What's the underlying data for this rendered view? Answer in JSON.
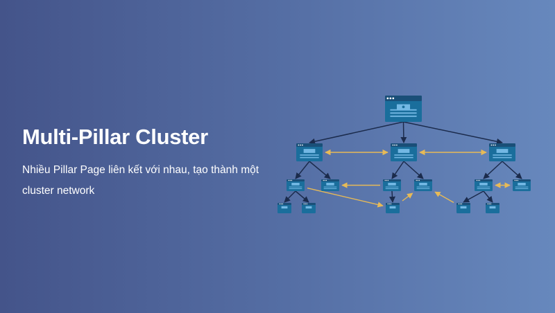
{
  "title": "Multi-Pillar Cluster",
  "subtitle": "Nhiều Pillar Page liên kết với nhau, tạo thành một cluster network",
  "colors": {
    "page_fill": "#1a6e9c",
    "page_header": "#1a4f78",
    "page_line": "#73b8e4",
    "hierarchy_arrow": "#1b2b4c",
    "internal_link_arrow": "#e7ba57"
  },
  "diagram": {
    "icon": "web-page-icon",
    "nodes": [
      {
        "id": "main",
        "level": 0
      },
      {
        "id": "pillar-left",
        "level": 1
      },
      {
        "id": "pillar-center",
        "level": 1
      },
      {
        "id": "pillar-right",
        "level": 1
      },
      {
        "id": "cluster-left-1",
        "level": 2
      },
      {
        "id": "cluster-left-2",
        "level": 2
      },
      {
        "id": "cluster-center-1",
        "level": 2
      },
      {
        "id": "cluster-center-2",
        "level": 2
      },
      {
        "id": "cluster-right-1",
        "level": 2
      },
      {
        "id": "cluster-right-2",
        "level": 2
      },
      {
        "id": "leaf-left-1",
        "level": 3
      },
      {
        "id": "leaf-left-2",
        "level": 3
      },
      {
        "id": "leaf-center-1",
        "level": 3
      },
      {
        "id": "leaf-right-1",
        "level": 3
      },
      {
        "id": "leaf-right-2",
        "level": 3
      }
    ],
    "hierarchy_links": [
      [
        "main",
        "pillar-left"
      ],
      [
        "main",
        "pillar-center"
      ],
      [
        "main",
        "pillar-right"
      ],
      [
        "pillar-left",
        "cluster-left-1"
      ],
      [
        "pillar-left",
        "cluster-left-2"
      ],
      [
        "pillar-center",
        "cluster-center-1"
      ],
      [
        "pillar-center",
        "cluster-center-2"
      ],
      [
        "pillar-right",
        "cluster-right-1"
      ],
      [
        "pillar-right",
        "cluster-right-2"
      ],
      [
        "cluster-left-1",
        "leaf-left-1"
      ],
      [
        "cluster-left-1",
        "leaf-left-2"
      ],
      [
        "cluster-center-1",
        "leaf-center-1"
      ],
      [
        "cluster-right-1",
        "leaf-right-1"
      ],
      [
        "cluster-right-1",
        "leaf-right-2"
      ]
    ],
    "internal_links": [
      {
        "from": "pillar-left",
        "to": "pillar-center",
        "bidirectional": true
      },
      {
        "from": "pillar-center",
        "to": "pillar-right",
        "bidirectional": true
      },
      {
        "from": "cluster-center-1",
        "to": "cluster-left-2",
        "bidirectional": false
      },
      {
        "from": "cluster-left-1",
        "to": "leaf-center-1",
        "bidirectional": false
      },
      {
        "from": "leaf-center-1",
        "to": "cluster-center-2",
        "bidirectional": false
      },
      {
        "from": "leaf-right-1",
        "to": "cluster-center-2",
        "bidirectional": false
      },
      {
        "from": "cluster-right-1",
        "to": "cluster-right-2",
        "bidirectional": true
      }
    ]
  }
}
